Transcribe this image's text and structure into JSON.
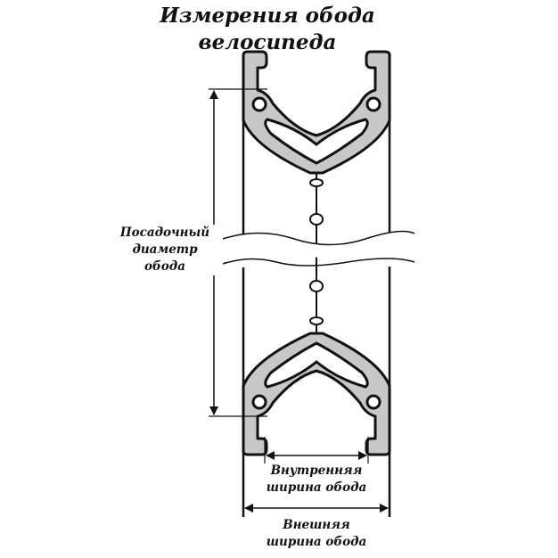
{
  "title": {
    "line1": "Измерения обода",
    "line2": "велосипеда"
  },
  "labels": {
    "seat_diameter": [
      "Посадочный",
      "диаметр",
      "обода"
    ],
    "inner_width": [
      "Внутренняя",
      "ширина обода"
    ],
    "outer_width": [
      "Внешняя",
      "ширина обода"
    ]
  },
  "colors": {
    "rim_fill": "#c8c8c8",
    "stroke": "#111111"
  }
}
